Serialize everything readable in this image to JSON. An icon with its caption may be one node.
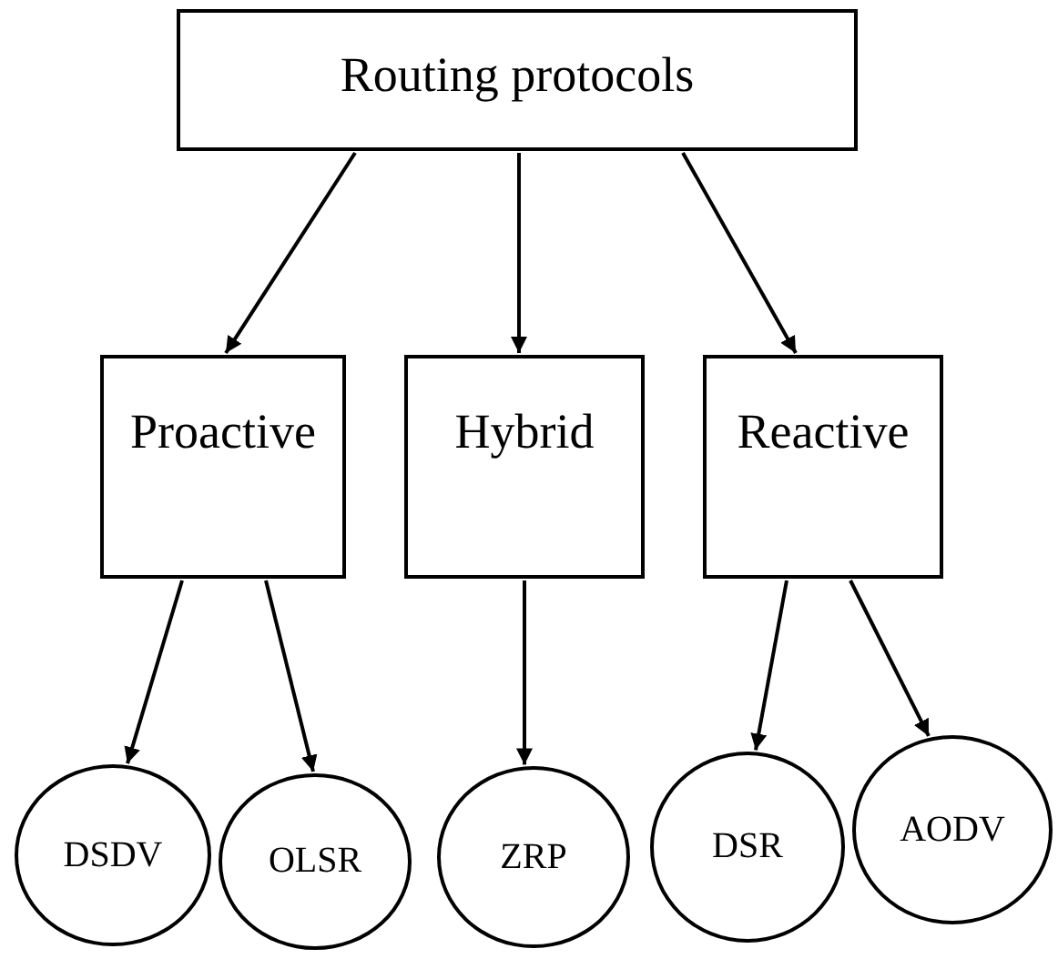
{
  "diagram": {
    "nodes": [
      {
        "text": [
          "Routing protocols"
        ]
      },
      {
        "text": [
          "Proactive"
        ]
      },
      {
        "text": [
          "Hybrid"
        ]
      },
      {
        "text": [
          "Reactive"
        ]
      },
      {
        "text": [
          "DSDV"
        ]
      },
      {
        "text": [
          "OLSR"
        ]
      },
      {
        "text": [
          "ZRP"
        ]
      },
      {
        "text": [
          "DSR"
        ]
      },
      {
        "text": [
          "AODV"
        ]
      }
    ],
    "edges": [
      {
        "from": 0,
        "to": 1,
        "arrow": "to"
      },
      {
        "from": 0,
        "to": 2,
        "arrow": "to"
      },
      {
        "from": 0,
        "to": 3,
        "arrow": "to"
      },
      {
        "from": 1,
        "to": 4,
        "arrow": "to"
      },
      {
        "from": 1,
        "to": 5,
        "arrow": "to"
      },
      {
        "from": 2,
        "to": 6,
        "arrow": "to"
      },
      {
        "from": 3,
        "to": 7,
        "arrow": "to"
      },
      {
        "from": 3,
        "to": 8,
        "arrow": "to"
      }
    ]
  }
}
